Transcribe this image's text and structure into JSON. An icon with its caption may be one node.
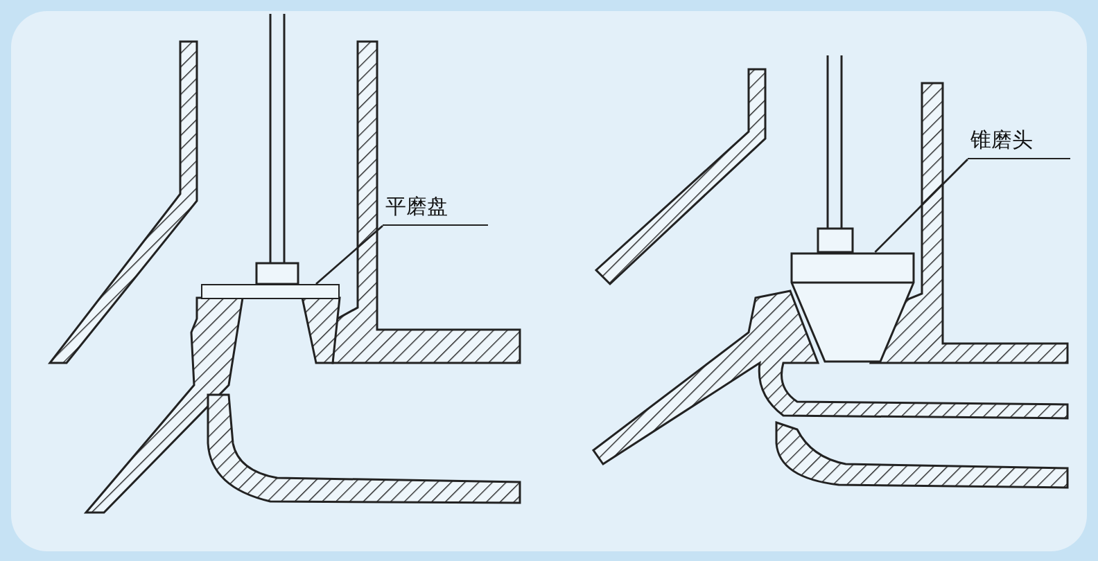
{
  "diagram": {
    "nodes": [
      {
        "text": [
          "平磨盘"
        ]
      },
      {
        "text": [],
        "shape": "box"
      },
      {
        "text": [
          "锥磨头"
        ]
      },
      {
        "text": [],
        "shape": "box"
      }
    ],
    "edges": [
      {
        "from": 0,
        "to": 1,
        "arrow": "none"
      },
      {
        "from": 2,
        "to": 3,
        "arrow": "none"
      }
    ]
  }
}
